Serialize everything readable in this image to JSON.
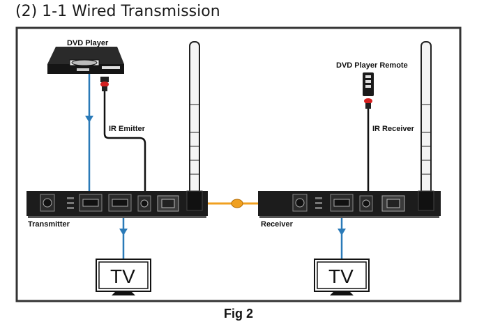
{
  "heading": "(2) 1-1 Wired Transmission",
  "caption": "Fig 2",
  "labels": {
    "dvd_player": "DVD Player",
    "ir_emitter": "IR Emitter",
    "dvd_remote": "DVD Player Remote",
    "ir_receiver": "IR Receiver",
    "transmitter": "Transmitter",
    "receiver": "Receiver",
    "tv_left": "TV",
    "tv_right": "TV"
  },
  "colors": {
    "video_line": "#2a7ab8",
    "network_cable": "#f0a020",
    "device_body": "#1c1c1c",
    "border": "#333333"
  }
}
